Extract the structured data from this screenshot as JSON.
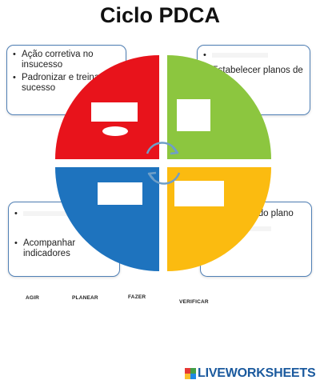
{
  "title": "Ciclo PDCA",
  "boxes": {
    "top_left": [
      "Ação corretiva no insucesso",
      "Padronizar e treinar no sucesso"
    ],
    "top_right": [
      "Estabelecer planos de ação"
    ],
    "bottom_left": [
      "Acompanhar indicadores"
    ],
    "bottom_right": [
      "Execução do plano"
    ]
  },
  "phase_labels": [
    "AGIR",
    "PLANEAR",
    "FAZER",
    "VERIFICAR"
  ],
  "colors": {
    "agir": "#e8131b",
    "planear": "#8cc63f",
    "fazer": "#fbbb10",
    "verificar": "#1e73be",
    "arrow": "#6f9fc8",
    "box_border": "#4f7fb5",
    "brand_blue": "#1b5a9e"
  },
  "brand": {
    "text": "LIVEWORKSHEETS",
    "icon": "liveworksheets-logo-icon",
    "icon_colors": [
      "#e53935",
      "#43a047",
      "#fbc02d",
      "#1e88e5"
    ]
  }
}
